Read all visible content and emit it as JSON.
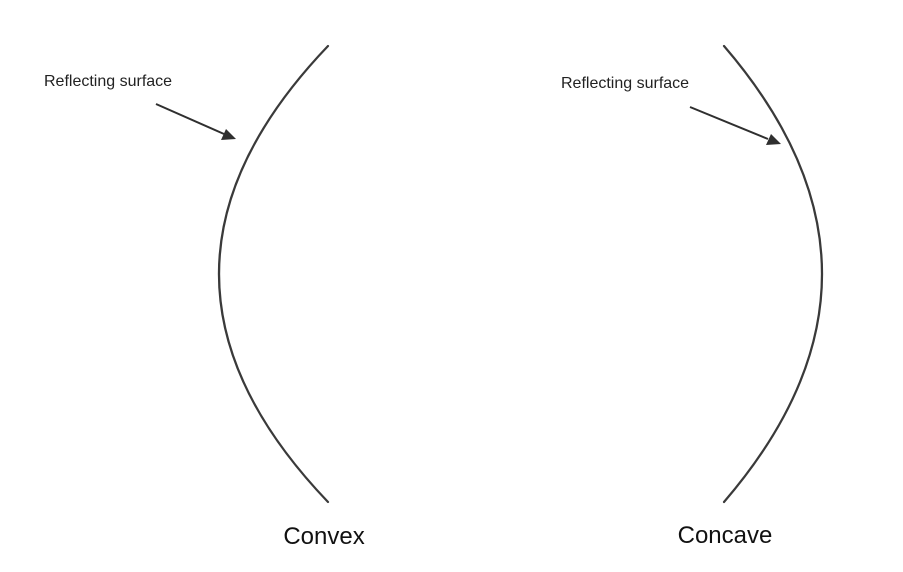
{
  "mirrors": [
    {
      "id": "convex",
      "callout": "Reflecting surface",
      "caption": "Convex"
    },
    {
      "id": "concave",
      "callout": "Reflecting surface",
      "caption": "Concave"
    }
  ],
  "colors": {
    "arc_stroke": "#3a3a3a",
    "arrow": "#2f2f2f",
    "text": "#222222",
    "background": "#ffffff"
  }
}
